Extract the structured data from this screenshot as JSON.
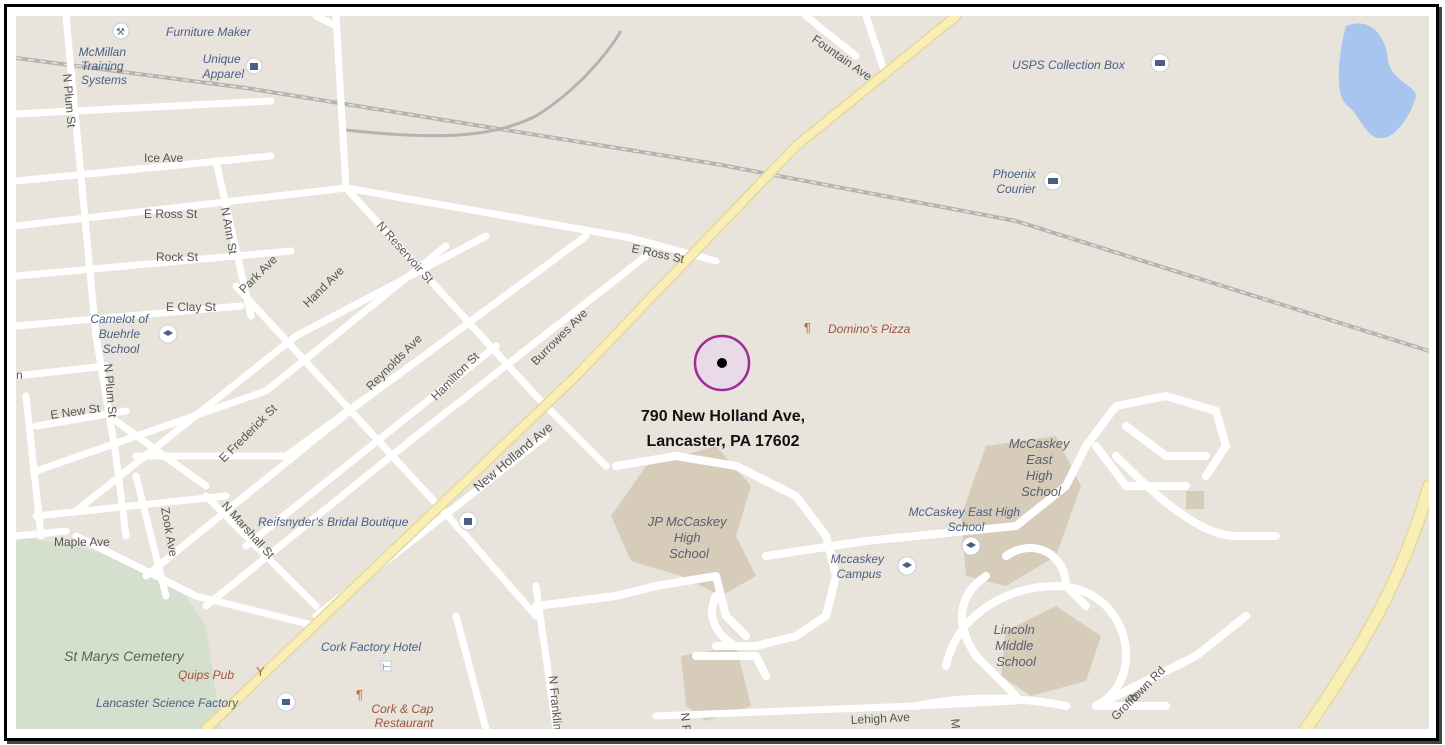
{
  "marker": {
    "address_line1": "790 New Holland Ave,",
    "address_line2": "Lancaster, PA 17602",
    "color": "#a02a9a"
  },
  "streets": {
    "fountain_ave": "Fountain Ave",
    "ice_ave": "Ice Ave",
    "e_ross_st_w": "E Ross St",
    "e_ross_st_e": "E Ross St",
    "n_ann_st": "N Ann St",
    "rock_st": "Rock St",
    "e_clay_st": "E Clay St",
    "park_ave": "Park Ave",
    "hand_ave": "Hand Ave",
    "n_reservoir_st": "N Reservoir St",
    "n_plum_st_top": "N Plum St",
    "n_plum_st_mid": "N Plum St",
    "reynolds_ave": "Reynolds Ave",
    "hamilton_st": "Hamilton St",
    "burrowes_ave": "Burrowes Ave",
    "e_new_st": "E New St",
    "e_frederick_st": "E Frederick St",
    "new_holland_ave": "New Holland Ave",
    "maple_ave": "Maple Ave",
    "zook_ave": "Zook Ave",
    "n_marshall_st": "N Marshall St",
    "n_franklin": "N Franklin",
    "n_r": "N R",
    "lehigh_ave": "Lehigh Ave",
    "groffown_rd": "Grofftown Rd",
    "mc": "Mc",
    "r": "R",
    "n_left": "n"
  },
  "pois": {
    "furniture_maker": "Furniture Maker",
    "mcmillan": [
      "McMillan",
      "Training",
      "Systems"
    ],
    "unique_apparel": [
      "Unique",
      "Apparel"
    ],
    "usps": "USPS Collection Box",
    "phoenix": [
      "Phoenix",
      "Courier"
    ],
    "dominos": "Domino's Pizza",
    "camelot": [
      "Camelot of",
      "Buehrle",
      "School"
    ],
    "reifsnyder": "Reifsnyder's Bridal Boutique",
    "jp_mccaskey": [
      "JP McCaskey",
      "High",
      "School"
    ],
    "mccaskey_east_bldg": [
      "McCaskey",
      "East",
      "High",
      "School"
    ],
    "mccaskey_east_pin": [
      "McCaskey East High",
      "School"
    ],
    "mccaskey_campus": [
      "Mccaskey",
      "Campus"
    ],
    "lincoln": [
      "Lincoln",
      "Middle",
      "School"
    ],
    "cork_factory_hotel": "Cork Factory Hotel",
    "quips_pub": "Quips Pub",
    "lancaster_science": "Lancaster Science Factory",
    "cork_cap": [
      "Cork & Cap",
      "Restaurant"
    ],
    "st_marys": "St Marys Cemetery"
  },
  "colors": {
    "land": "#e8e4dc",
    "road": "#ffffff",
    "highway": "#f8eeb6",
    "water": "#a8c5ef",
    "park": "#d4dfce",
    "building": "#d6ccb9",
    "rail": "#a9a9a9"
  },
  "icons": {
    "shopping": "shopping-bag-icon",
    "mail": "mail-icon",
    "school": "graduation-cap-icon",
    "food": "fork-knife-icon",
    "hotel": "bed-icon",
    "bar": "cocktail-icon",
    "museum": "museum-icon",
    "tools": "dumbbell-icon"
  }
}
